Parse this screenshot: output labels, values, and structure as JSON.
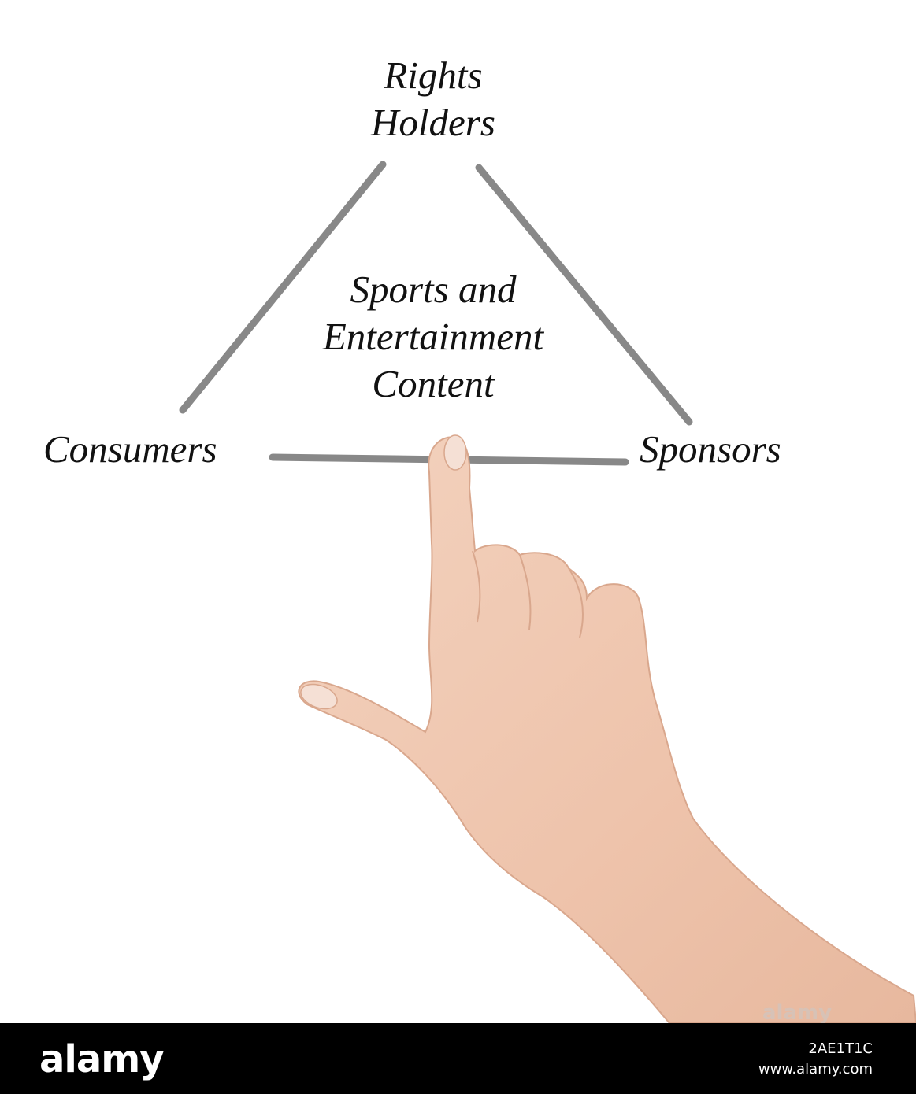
{
  "diagram": {
    "top_label": [
      "Rights",
      "Holders"
    ],
    "center_label": [
      "Sports and",
      "Entertainment",
      "Content"
    ],
    "left_label": "Consumers",
    "right_label": "Sponsors",
    "line_color": "#888888",
    "text_color": "#111111"
  },
  "footer": {
    "logo": "alamy",
    "image_id": "2AE1T1C",
    "site": "www.alamy.com",
    "background": "#000000"
  },
  "watermark": "alamy"
}
